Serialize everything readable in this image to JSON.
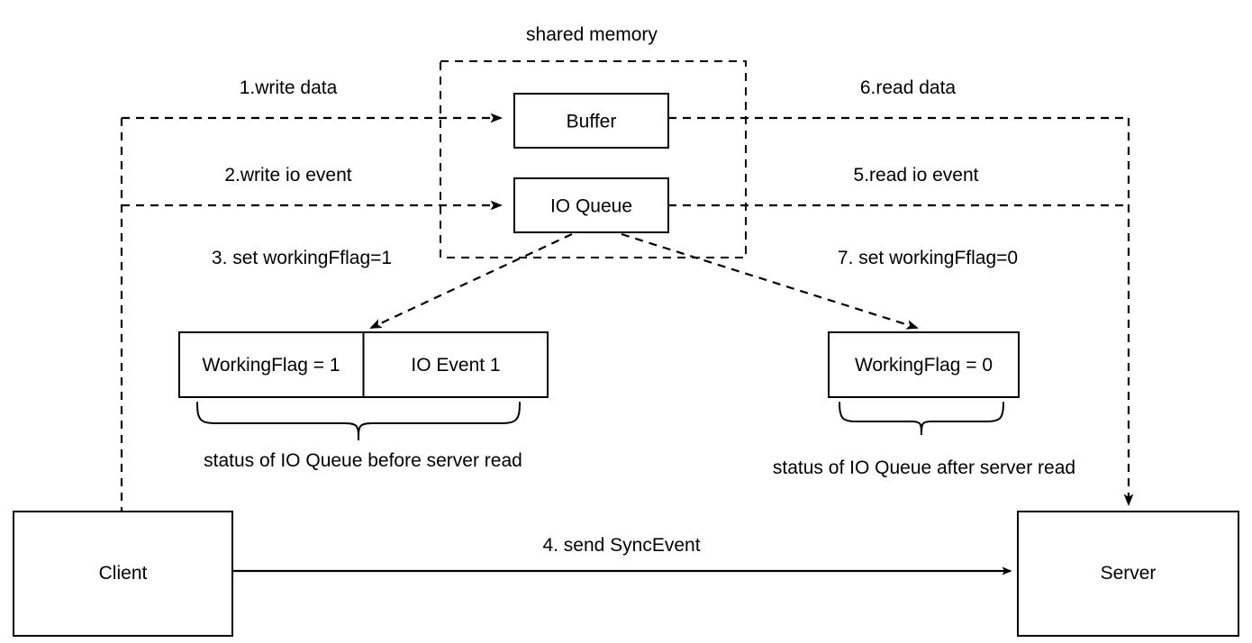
{
  "diagram": {
    "title": "shared memory",
    "nodes": {
      "buffer": "Buffer",
      "io_queue": "IO Queue",
      "client": "Client",
      "server": "Server",
      "working_flag_1": "WorkingFlag = 1",
      "io_event_1": "IO Event 1",
      "working_flag_0": "WorkingFlag = 0"
    },
    "flow_labels": {
      "step1": "1.write data",
      "step2": "2.write io event",
      "step3": "3. set workingFflag=1",
      "step4": "4. send SyncEvent",
      "step5": "5.read io event",
      "step6": "6.read data",
      "step7": "7. set workingFflag=0"
    },
    "captions": {
      "before": "status of IO Queue before server read",
      "after": "status of IO Queue after server read"
    },
    "colors": {
      "stroke": "#000000",
      "fill": "#ffffff"
    }
  }
}
